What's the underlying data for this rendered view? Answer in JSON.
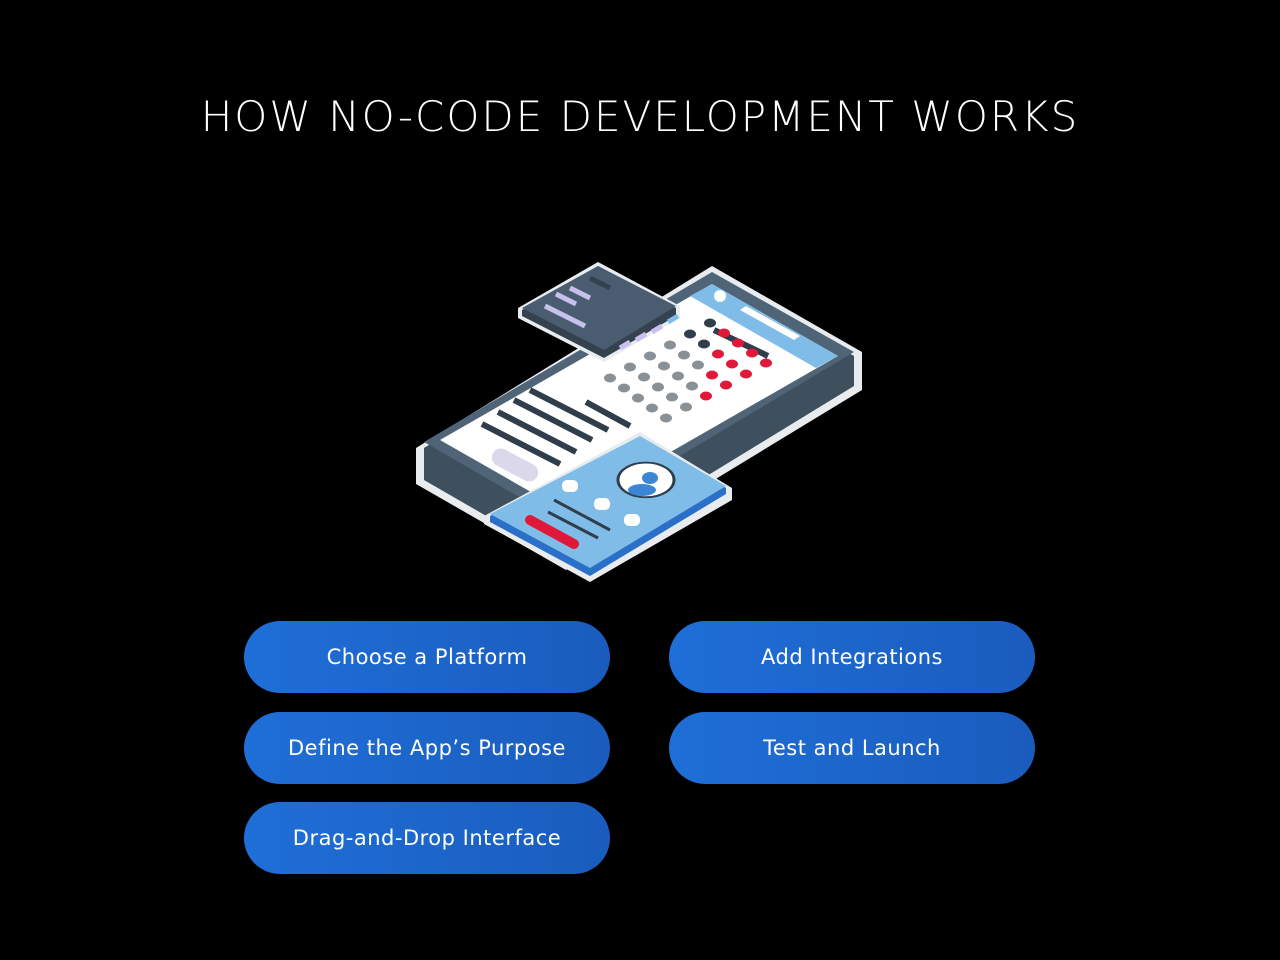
{
  "title": "HOW NO-CODE DEVELOPMENT WORKS",
  "illustration": {
    "icon": "phone-app-builder-icon",
    "colors": {
      "phone": "#46596b",
      "screen": "#ffffff",
      "accent_blue": "#7fbde8",
      "red": "#e0193a"
    }
  },
  "steps": [
    {
      "label": "Choose a Platform"
    },
    {
      "label": "Define the App’s Purpose"
    },
    {
      "label": "Drag-and-Drop Interface"
    },
    {
      "label": "Add Integrations"
    },
    {
      "label": "Test and Launch"
    }
  ],
  "colors": {
    "background": "#000000",
    "button": "#1f6fd8"
  }
}
